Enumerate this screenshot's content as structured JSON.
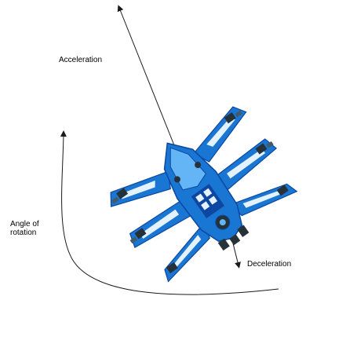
{
  "labels": {
    "acceleration": "Acceleration",
    "angle_line1": "Angle of",
    "angle_line2": "rotation",
    "deceleration": "Deceleration"
  },
  "colors": {
    "line": "#1a1a1a",
    "ship_dark": "#0d47a1",
    "ship_main": "#1976d2",
    "ship_light": "#64b5f6",
    "ship_accent": "#e3f2fd",
    "engine": "#263238"
  },
  "icons": {
    "ship": "spaceship-icon"
  }
}
